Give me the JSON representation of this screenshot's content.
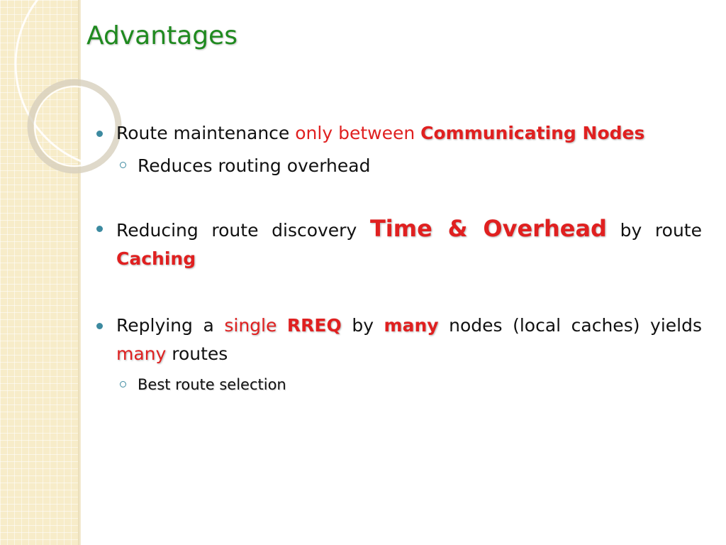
{
  "title": "Advantages",
  "colors": {
    "title": "#1f8a1f",
    "emphasis": "#e02020",
    "subhighlight": "#c7a000",
    "bullet": "#3c8aa0",
    "band": "#f7ecc9"
  },
  "icons": {
    "bullet": "filled-circle-bullet",
    "sub_bullet": "hollow-circle-bullet"
  },
  "bullets": [
    {
      "parts": [
        "Route maintenance ",
        "only between ",
        "Communicating Nodes"
      ],
      "sub": "Reduces routing overhead"
    },
    {
      "parts": [
        "Reducing route discovery ",
        "Time & Overhead",
        " by route ",
        "Caching"
      ]
    },
    {
      "parts": [
        "Replying a ",
        "single",
        " ",
        "RREQ",
        " by ",
        "many",
        " nodes (local caches) yields ",
        "many",
        " routes"
      ],
      "sub": "Best route selection"
    }
  ]
}
